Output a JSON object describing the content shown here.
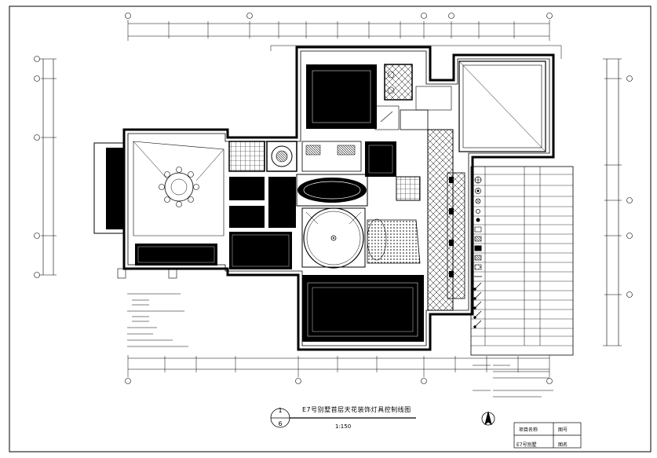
{
  "drawing": {
    "title": "E7号别墅首层天花装饰灯具控制线图",
    "scale": "1:150",
    "detail_bubble": {
      "top": "1",
      "bottom": "6"
    }
  },
  "title_block": {
    "project_label": "项目名称",
    "sheet_label": "图号",
    "name": "E7号别墅",
    "drawing_label": "图名"
  },
  "colors": {
    "line": "#000000",
    "background": "#ffffff",
    "hatch": "#1a1a1a"
  },
  "icons": [
    "north-arrow-icon",
    "chandelier-icon",
    "downlight-icon"
  ]
}
